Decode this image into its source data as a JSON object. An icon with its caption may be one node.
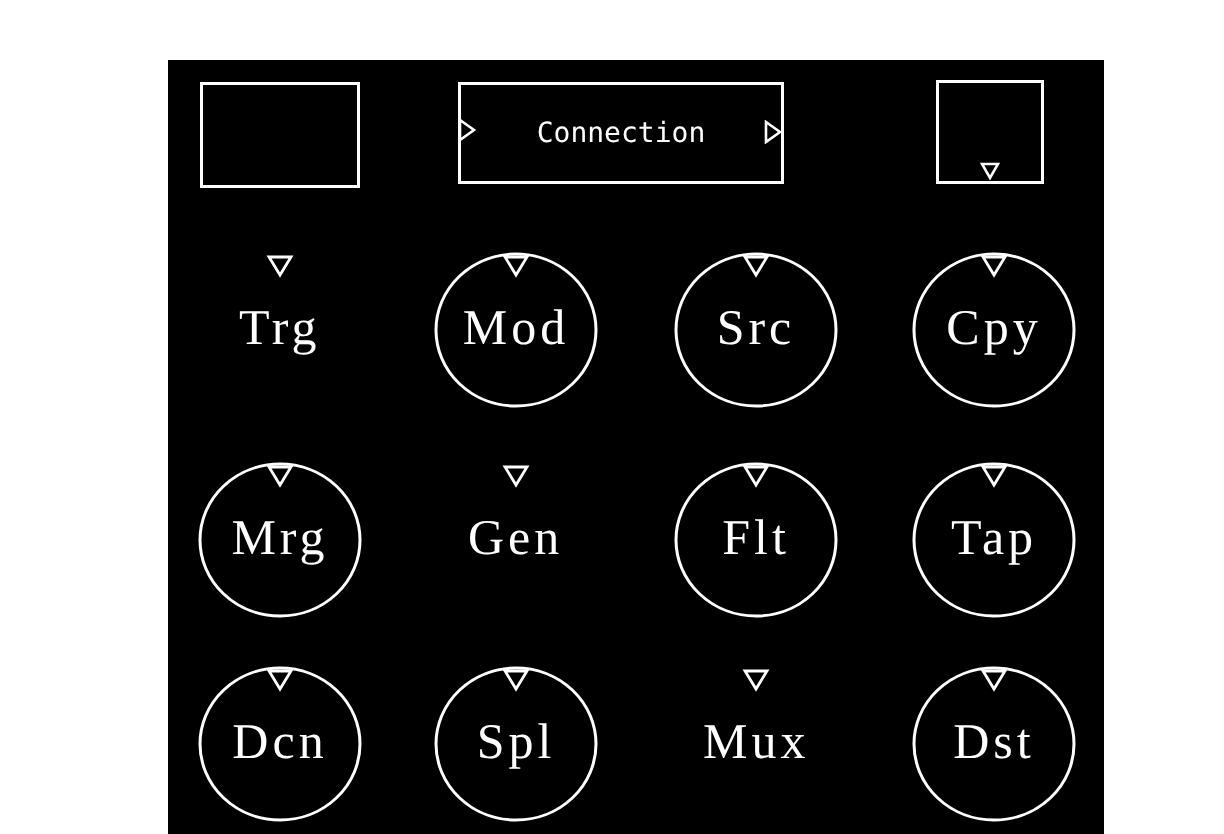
{
  "diagram": {
    "nodes": [
      {
        "text": [],
        "shape": "box"
      },
      {
        "text": [
          "Connection"
        ]
      },
      {
        "text": [],
        "shape": "box"
      },
      {
        "text": [
          "Mod"
        ]
      },
      {
        "text": [
          "Src"
        ]
      },
      {
        "text": [
          "Cpy"
        ]
      },
      {
        "text": [
          "Mrg"
        ]
      },
      {
        "text": [
          "Flt"
        ]
      },
      {
        "text": [
          "Tap"
        ]
      },
      {
        "text": [
          "Dcn"
        ]
      },
      {
        "text": [
          "Spl"
        ]
      },
      {
        "text": [
          "Dst"
        ]
      }
    ],
    "labels": [
      "Trg",
      "Gen",
      "Mux"
    ]
  }
}
